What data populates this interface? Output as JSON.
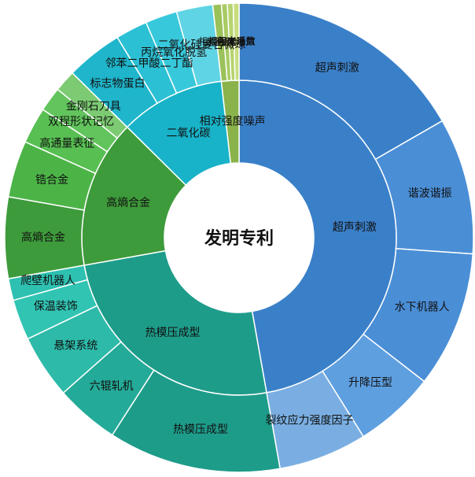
{
  "chart_data": {
    "type": "sunburst",
    "title": "发明专利",
    "colors": {
      "blue": "#3A80C9",
      "blue_light": "#7AAEE2",
      "teal": "#1E9C8A",
      "green": "#3E9B3B",
      "cyan": "#18B3C9",
      "olive": "#8AB34B"
    },
    "children": [
      {
        "name": "超声刺激",
        "value": 47.2,
        "color": "#3A80C9",
        "children": [
          {
            "name": "超声刺激",
            "value": 16.7,
            "color": "#3A80C9"
          },
          {
            "name": "谐波谐振",
            "value": 9.4,
            "color": "#4A8ED6"
          },
          {
            "name": "水下机器人",
            "value": 9.4,
            "color": "#4A8ED6"
          },
          {
            "name": "升降压型",
            "value": 5.6,
            "color": "#5E9FE0"
          },
          {
            "name": "裂纹应力强度因子",
            "value": 6.1,
            "color": "#7AAEE2"
          }
        ]
      },
      {
        "name": "热模压成型",
        "value": 25.0,
        "color": "#1E9C8A",
        "children": [
          {
            "name": "热模压成型",
            "value": 11.9,
            "color": "#1E9C8A"
          },
          {
            "name": "六辊轧机",
            "value": 4.4,
            "color": "#24AA98"
          },
          {
            "name": "悬架系统",
            "value": 4.4,
            "color": "#2DBAA9"
          },
          {
            "name": "保温装饰",
            "value": 2.8,
            "color": "#31C4B3"
          },
          {
            "name": "爬壁机器人",
            "value": 1.5,
            "color": "#2EC0B0"
          }
        ]
      },
      {
        "name": "高熵合金",
        "value": 15.2,
        "color": "#3E9B3B",
        "children": [
          {
            "name": "高熵合金",
            "value": 5.6,
            "color": "#3E9B3B"
          },
          {
            "name": "锆合金",
            "value": 3.9,
            "color": "#4CB447"
          },
          {
            "name": "高通量表征",
            "value": 2.5,
            "color": "#58BF52"
          },
          {
            "name": "双程形状记忆",
            "value": 1.7,
            "color": "#62C45C"
          },
          {
            "name": "金刚石刀具",
            "value": 1.5,
            "color": "#7CCB72"
          }
        ]
      },
      {
        "name": "二氧化碳",
        "value": 10.8,
        "color": "#18B3C9",
        "children": [
          {
            "name": "标志物蛋白",
            "value": 3.9,
            "color": "#1FB6CB"
          },
          {
            "name": "邻苯二甲酸二丁酯",
            "value": 2.2,
            "color": "#2CC0D4"
          },
          {
            "name": "丙烷氧化脱氢",
            "value": 2.2,
            "color": "#38C8DB"
          },
          {
            "name": "二氧化硅复合微球",
            "value": 2.5,
            "color": "#5FD4E4"
          }
        ]
      },
      {
        "name": "相对强度噪声",
        "value": 1.8,
        "color": "#8AB34B",
        "children": [
          {
            "name": "超透镜",
            "value": 0.6,
            "color": "#9BC25A"
          },
          {
            "name": "相对强度噪声",
            "value": 0.4,
            "color": "#A8CB63"
          },
          {
            "name": "相干光通信",
            "value": 0.4,
            "color": "#B6D46F"
          },
          {
            "name": "阻力系数",
            "value": 0.4,
            "color": "#C8DD7E"
          }
        ]
      }
    ]
  }
}
